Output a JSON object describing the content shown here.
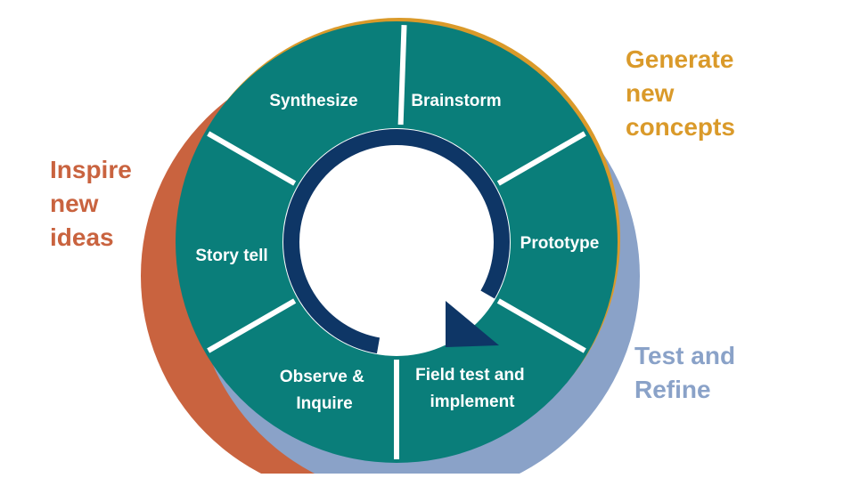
{
  "colors": {
    "generate": "#DA9A2A",
    "inspire": "#C9633F",
    "test": "#8AA2C8",
    "wheel": "#0A7E7A",
    "arrow": "#0E3666",
    "divider": "#FFFFFF"
  },
  "phases": {
    "generate": {
      "lines": [
        "Generate",
        "new",
        "concepts"
      ]
    },
    "inspire": {
      "lines": [
        "Inspire",
        "new",
        "ideas"
      ]
    },
    "test": {
      "lines": [
        "Test and",
        "Refine"
      ]
    }
  },
  "segments": [
    {
      "lines": [
        "Synthesize"
      ]
    },
    {
      "lines": [
        "Brainstorm"
      ]
    },
    {
      "lines": [
        "Prototype"
      ]
    },
    {
      "lines": [
        "Field test and",
        "implement"
      ]
    },
    {
      "lines": [
        "Observe &",
        "Inquire"
      ]
    },
    {
      "lines": [
        "Story tell"
      ]
    }
  ],
  "cycle_arrow_icon": "clockwise-arrow-icon"
}
